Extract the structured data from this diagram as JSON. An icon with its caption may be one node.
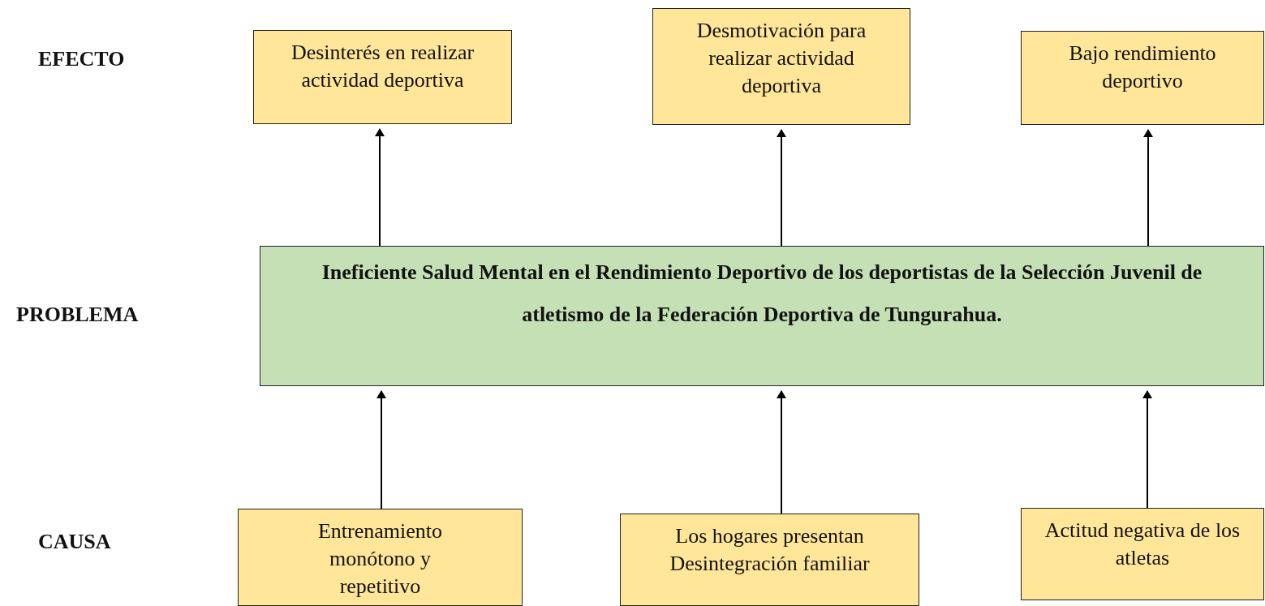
{
  "diagram": {
    "nodes": [
      {
        "text": [
          "Desinterés en realizar actividad deportiva"
        ]
      },
      {
        "text": [
          "Desmotivación para realizar actividad deportiva"
        ]
      },
      {
        "text": [
          "Bajo rendimiento deportivo"
        ]
      },
      {
        "text": [
          "Ineficiente Salud Mental en el Rendimiento Deportivo de los deportistas de la Selección Juvenil de atletismo de la Federación Deportiva de Tungurahua."
        ]
      },
      {
        "text": [
          "Entrenamiento monótono y repetitivo"
        ]
      },
      {
        "text": [
          "Los hogares presentan Desintegración familiar"
        ]
      },
      {
        "text": [
          "Actitud negativa de los atletas"
        ]
      }
    ],
    "edges": [
      {
        "from": 3,
        "to": 0,
        "arrow": "to"
      },
      {
        "from": 3,
        "to": 1,
        "arrow": "to"
      },
      {
        "from": 3,
        "to": 2,
        "arrow": "to"
      },
      {
        "from": 4,
        "to": 3,
        "arrow": "to"
      },
      {
        "from": 5,
        "to": 3,
        "arrow": "to"
      },
      {
        "from": 6,
        "to": 3,
        "arrow": "to"
      }
    ],
    "labels": [
      "EFECTO",
      "PROBLEMA",
      "CAUSA"
    ]
  }
}
